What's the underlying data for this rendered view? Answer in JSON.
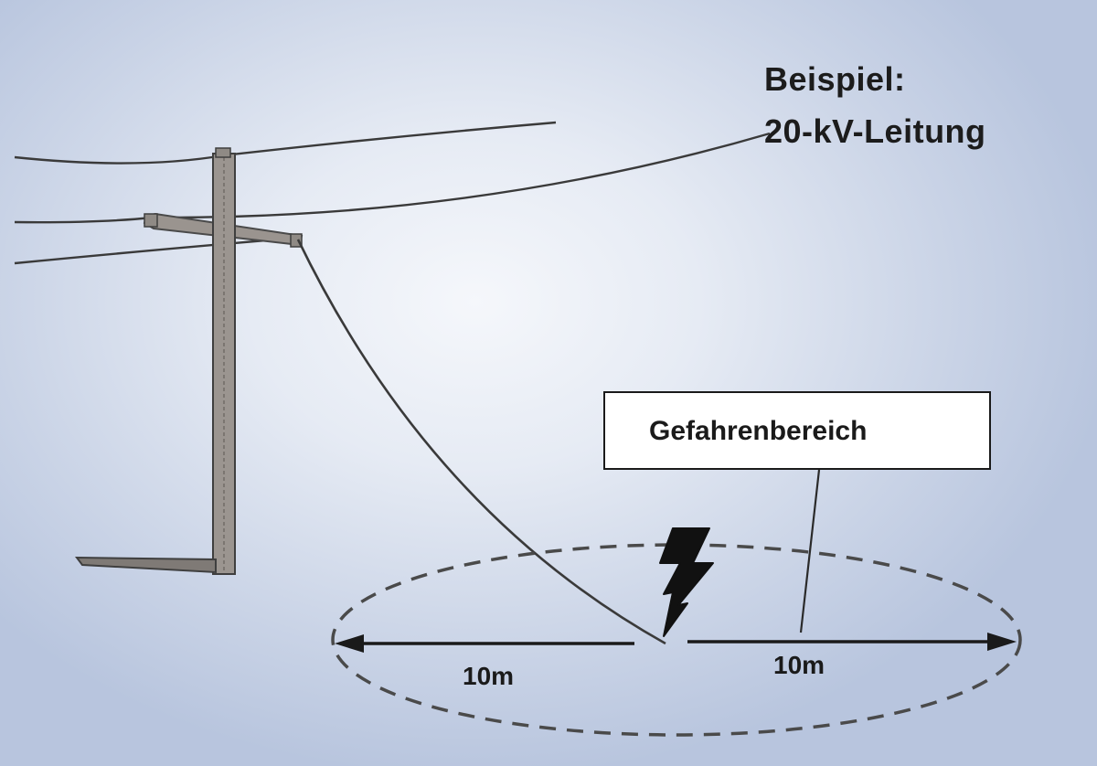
{
  "title": {
    "line1": "Beispiel:",
    "line2": "20-kV-Leitung"
  },
  "danger_zone": {
    "label": "Gefahrenbereich"
  },
  "distances": {
    "left": "10m",
    "right": "10m"
  },
  "icons": {
    "pole": "utility-pole-icon",
    "lightning": "lightning-bolt-icon"
  },
  "colors": {
    "background": "#dfe5f0",
    "ink": "#1a1a1a",
    "pole": "#8a8480",
    "danger_box": "#ffffff"
  }
}
